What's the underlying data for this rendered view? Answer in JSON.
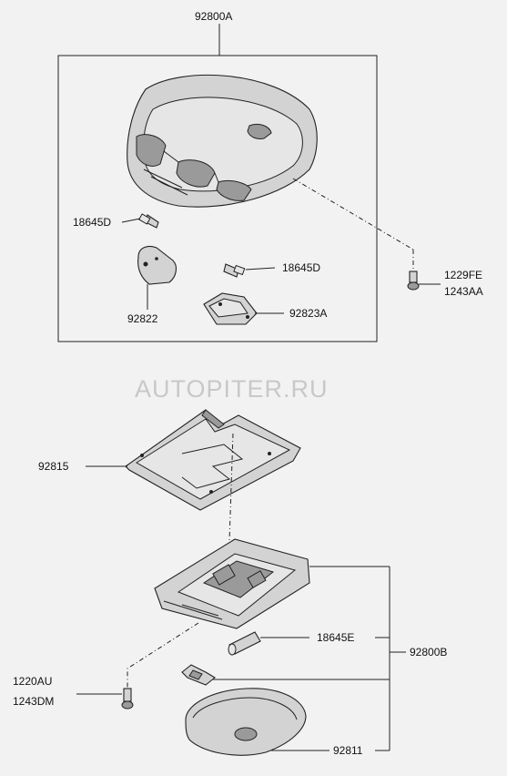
{
  "watermark": "AUTOPITER.RU",
  "labels": {
    "console_top": "92800A",
    "bulb_d_left": "18645D",
    "lens_left": "92822",
    "bulb_d_right": "18645D",
    "lens_right": "92823A",
    "bolt_top_1": "1229FE",
    "bolt_top_2": "1243AA",
    "bracket": "92815",
    "bulb_e": "18645E",
    "lamp_assy": "92800B",
    "bolt_bot_1": "1220AU",
    "bolt_bot_2": "1243DM",
    "lamp_lens": "92811"
  }
}
